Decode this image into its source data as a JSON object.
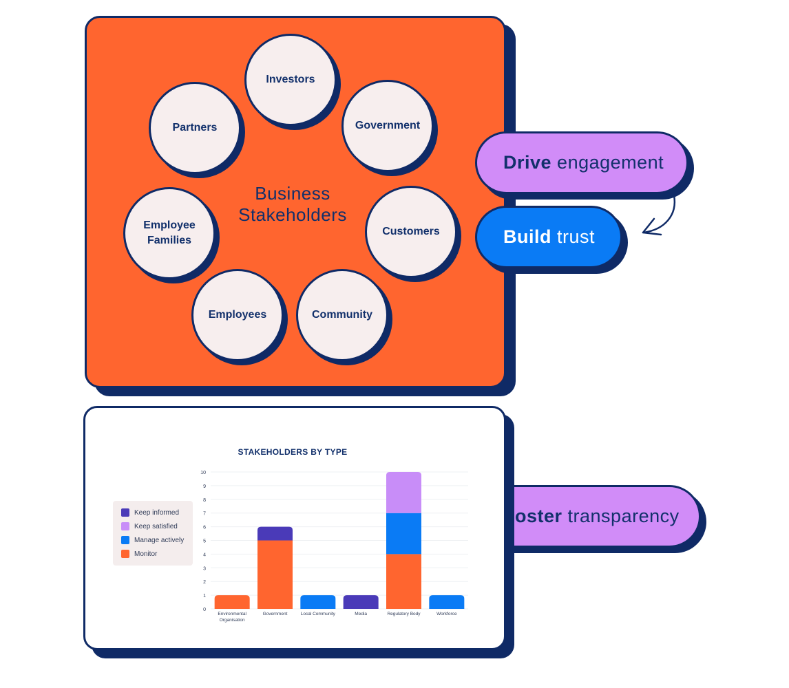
{
  "diagram": {
    "center_title_line1": "Business",
    "center_title_line2": "Stakeholders",
    "circles": [
      {
        "label": "Investors"
      },
      {
        "label": "Partners"
      },
      {
        "label": "Government"
      },
      {
        "label": "Employee Families"
      },
      {
        "label": "Customers"
      },
      {
        "label": "Employees"
      },
      {
        "label": "Community"
      }
    ]
  },
  "pills": {
    "drive_bold": "Drive",
    "drive_rest": "engagement",
    "build_bold": "Build",
    "build_rest": "trust",
    "foster_bold": "Foster",
    "foster_rest": "transparency"
  },
  "colors": {
    "orange": "#ff652f",
    "navy": "#0f2a66",
    "purple": "#d18cf8",
    "blue": "#0a7bf5",
    "keep_informed": "#4a3ab8",
    "keep_satisfied": "#c88df8",
    "manage_actively": "#0a7bf5",
    "monitor": "#ff652f"
  },
  "chart_data": {
    "type": "bar",
    "stacked": true,
    "title": "STAKEHOLDERS BY TYPE",
    "categories": [
      "Environmental Organisation",
      "Government",
      "Local Community",
      "Media",
      "Regulatory Body",
      "Workforce"
    ],
    "series": [
      {
        "name": "Monitor",
        "color": "#ff652f",
        "values": [
          1,
          5,
          0,
          0,
          4,
          0
        ]
      },
      {
        "name": "Manage actively",
        "color": "#0a7bf5",
        "values": [
          0,
          0,
          1,
          0,
          3,
          1
        ]
      },
      {
        "name": "Keep satisfied",
        "color": "#c88df8",
        "values": [
          0,
          0,
          0,
          0,
          3,
          0
        ]
      },
      {
        "name": "Keep informed",
        "color": "#4a3ab8",
        "values": [
          0,
          1,
          0,
          1,
          0,
          0
        ]
      }
    ],
    "legend_order": [
      "Keep informed",
      "Keep satisfied",
      "Manage actively",
      "Monitor"
    ],
    "ylim": [
      0,
      10
    ],
    "yticks": [
      "0",
      "1",
      "2",
      "3",
      "4",
      "5",
      "6",
      "7",
      "8",
      "9",
      "10"
    ],
    "grid": true,
    "legend": "left"
  }
}
